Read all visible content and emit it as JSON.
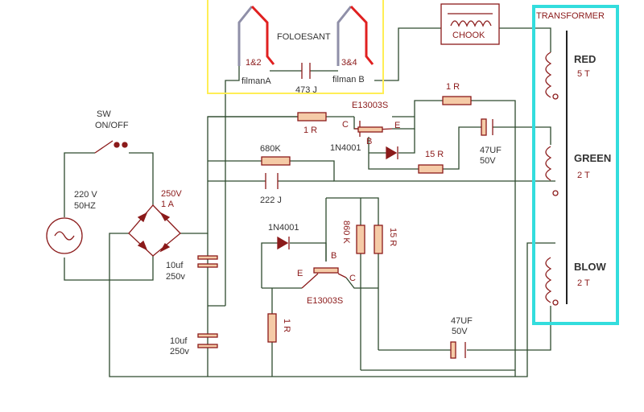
{
  "diagram": {
    "labels": {
      "sw": "SW",
      "on_off": "ON/OFF",
      "source_v": "220 V",
      "source_f": "50HZ",
      "bridge_v": "250V",
      "bridge_a": "1 A",
      "cap1_val": "10uf",
      "cap1_v": "250v",
      "cap2_val": "10uf",
      "cap2_v": "250v",
      "lamp_title": "FOLOESANT",
      "pin12": "1&2",
      "pin34": "3&4",
      "filA": "filmanA",
      "filB": "filman B",
      "cap473": "473 J",
      "chook": "CHOOK",
      "transformer": "TRANSFORMER",
      "red": "RED",
      "red_t": "5 T",
      "green": "GREEN",
      "green_t": "2 T",
      "blow": "BLOW",
      "blow_t": "2 T",
      "tr_top": "E13003S",
      "tr_top_c": "C",
      "tr_top_b": "B",
      "tr_top_e": "E",
      "r_top_1": "1 R",
      "r_top_2": "1 R",
      "r_top_15": "15 R",
      "diode_top": "1N4001",
      "cap_top": "47UF",
      "cap_top_v": "50V",
      "r680": "680K",
      "cap222": "222 J",
      "diode_bot": "1N4001",
      "r860": "860 K",
      "r15b": "15 R",
      "tr_bot_b": "B",
      "tr_bot_e": "E",
      "tr_bot_c": "C",
      "tr_bot": "E13003S",
      "r1b": "1 R",
      "cap_bot": "47UF",
      "cap_bot_v": "50V"
    },
    "colors": {
      "wire": "#2e4a2e",
      "component": "#8b1a1a",
      "resistor_fill": "#f5cba7",
      "lamp_box": "#ffee55",
      "transformer_box": "#33dddd",
      "filament_red": "#e02020",
      "filament_gray": "#8f8fa8"
    }
  }
}
